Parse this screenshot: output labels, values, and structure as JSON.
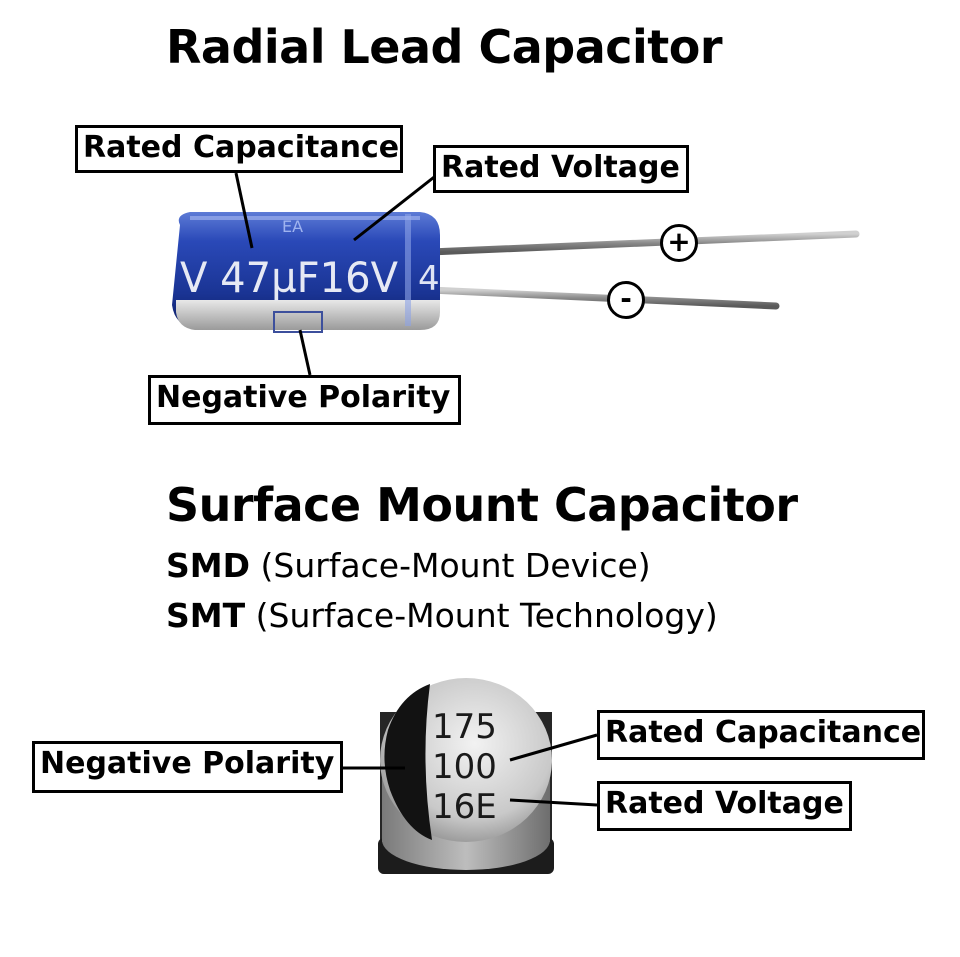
{
  "radial": {
    "title": "Radial Lead Capacitor",
    "labels": {
      "rated_capacitance": "Rated Capacitance",
      "rated_voltage": "Rated Voltage",
      "negative_polarity": "Negative Polarity"
    },
    "body_print": "V 47µF16V",
    "body_print_top": "EA",
    "body_print_right": "4",
    "plus_symbol": "+",
    "minus_symbol": "-",
    "body_color": "#1f3fae"
  },
  "smd": {
    "title": "Surface Mount Capacitor",
    "smd_abbrev": "SMD",
    "smd_expansion": "(Surface-Mount Device)",
    "smt_abbrev": "SMT",
    "smt_expansion": "(Surface-Mount Technology)",
    "labels": {
      "negative_polarity": "Negative Polarity",
      "rated_capacitance": "Rated Capacitance",
      "rated_voltage": "Rated Voltage"
    },
    "can_print": [
      "175",
      "100",
      "16E"
    ]
  }
}
